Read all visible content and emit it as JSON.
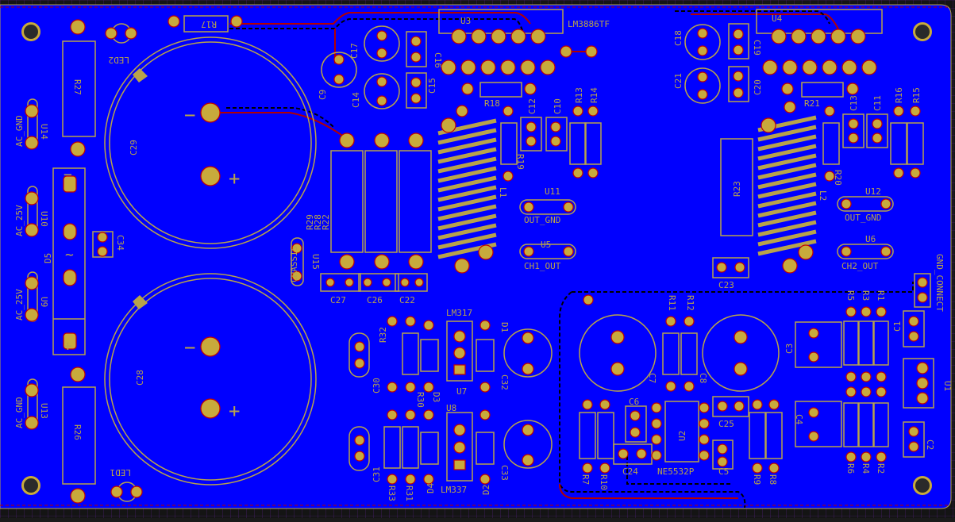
{
  "view": {
    "title": "PCB Layout View"
  },
  "colors": {
    "board": "#0000ff",
    "copper_top": "#b30000",
    "copper_bottom": "#000000",
    "silk": "#b8a34a",
    "pad": "#c8aa3c",
    "pad_ring": "#c00000",
    "hole": "#6e6e6e",
    "grid": "#8a2be2",
    "background": "#1a1a1a"
  },
  "labels": {
    "r17": "R17",
    "u3": "U3",
    "lm3886_a": "LM3886TF",
    "u4": "U4",
    "c16": "C16",
    "c17": "C17",
    "c9": "C9",
    "c14": "C14",
    "c15": "C15",
    "c18": "C18",
    "c19": "C19",
    "c20": "C20",
    "c21": "C21",
    "r18": "R18",
    "r21": "R21",
    "c12": "C12",
    "c10": "C10",
    "r13": "R13",
    "r14": "R14",
    "c13": "C13",
    "c11": "C11",
    "r16": "R16",
    "r15": "R15",
    "r19": "R19",
    "r20": "R20",
    "l1": "L1",
    "l2": "L2",
    "r23": "R23",
    "u11": "U11",
    "out_gnd_1": "OUT_GND",
    "u12": "U12",
    "out_gnd_2": "OUT_GND",
    "u5": "U5",
    "ch1_out": "CH1_OUT",
    "u6": "U6",
    "ch2_out": "CH2_OUT",
    "c23": "C23",
    "gnd_connect": "GND_CONNECT",
    "r27": "R27",
    "led2": "LED2",
    "c29": "C29",
    "c28": "C28",
    "ac_gnd_top": "AC_GND",
    "u14": "U14",
    "ac_25v_1": "AC_25V",
    "u10": "U10",
    "d5": "D5",
    "c34": "C34",
    "ac_25v_2": "AC_25V",
    "u9": "U9",
    "ac_gnd_bot": "AC_GND",
    "u13": "U13",
    "r26": "R26",
    "led1": "LED1",
    "r29": "R29",
    "r28": "R28",
    "r22": "R22",
    "chassis": "CHASSIS",
    "u15": "U15",
    "c27": "C27",
    "c26": "C26",
    "c22": "C22",
    "r32": "R32",
    "lm317": "LM317",
    "d1": "D1",
    "c30": "C30",
    "r30": "R30",
    "d3": "D3",
    "u7": "U7",
    "c32": "C32",
    "u8": "U8",
    "c31": "C31",
    "r33": "R33",
    "r31": "R31",
    "d4": "D4",
    "lm337": "LM337",
    "d2": "D2",
    "c33": "C33",
    "r11": "R11",
    "r12": "R12",
    "c7": "C7",
    "c8": "C8",
    "r5": "R5",
    "r3": "R3",
    "r1": "R1",
    "c1": "C1",
    "c3": "C3",
    "c6": "C6",
    "u2": "U2",
    "c25": "C25",
    "c4": "C4",
    "u1": "U1",
    "r7": "R7",
    "r10": "R10",
    "c24": "C24",
    "ne5532p": "NE5532P",
    "c5": "C5",
    "r9": "R9",
    "r8": "R8",
    "r6": "R6",
    "r4": "R4",
    "r2": "R2",
    "c2": "C2",
    "pol_minus_1": "−",
    "pol_plus_1": "+",
    "pol_minus_2": "−",
    "pol_plus_2": "+",
    "d5_minus": "−",
    "d5_plus": "+",
    "d5_ac": "~"
  }
}
